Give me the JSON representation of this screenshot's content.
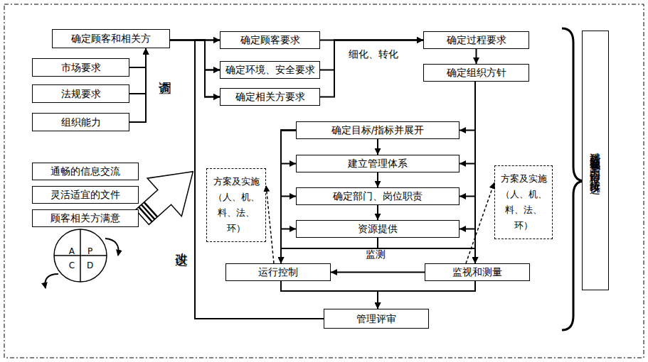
{
  "diagram": {
    "nodes": [
      {
        "text": [
          "确定顾客和相关方"
        ]
      },
      {
        "text": [
          "市场要求"
        ]
      },
      {
        "text": [
          "法规要求"
        ]
      },
      {
        "text": [
          "组织能力"
        ]
      },
      {
        "text": [
          "确定顾客要求"
        ]
      },
      {
        "text": [
          "确定环境、安全要求"
        ]
      },
      {
        "text": [
          "确定相关方要求"
        ]
      },
      {
        "text": [
          "确定过程要求"
        ]
      },
      {
        "text": [
          "确定组织方针"
        ]
      },
      {
        "text": [
          "确定目标/指标并展开"
        ]
      },
      {
        "text": [
          "建立管理体系"
        ]
      },
      {
        "text": [
          "确定部门、岗位职责"
        ]
      },
      {
        "text": [
          "资源提供"
        ]
      },
      {
        "text": [
          "运行控制"
        ]
      },
      {
        "text": [
          "监视和测量"
        ]
      },
      {
        "text": [
          "管理评审"
        ]
      },
      {
        "text": [
          "通畅的信息交流"
        ]
      },
      {
        "text": [
          "灵活适宜的文件"
        ]
      },
      {
        "text": [
          "顾客相关方满意"
        ]
      },
      {
        "text": [
          "方案及实施（人、机、料、法、环）"
        ]
      },
      {
        "text": [
          "方案及实施（人、机、料、法、环）"
        ]
      },
      {
        "text": [
          "过程的监视和测量/内部审核/持续改进"
        ]
      },
      {
        "text": [
          "A",
          "P",
          "C",
          "D"
        ]
      }
    ],
    "edges": [
      {
        "from": 1,
        "to": 0,
        "arrow": "to"
      },
      {
        "from": 2,
        "to": 0,
        "arrow": "to"
      },
      {
        "from": 3,
        "to": 0,
        "arrow": "to"
      },
      {
        "from": 0,
        "to": 4,
        "arrow": "to"
      },
      {
        "from": 0,
        "to": 5,
        "arrow": "to"
      },
      {
        "from": 0,
        "to": 6,
        "arrow": "to"
      },
      {
        "from": 15,
        "to": 4,
        "arrow": "to"
      },
      {
        "from": 15,
        "to": 5,
        "arrow": "to"
      },
      {
        "from": 15,
        "to": 6,
        "arrow": "to"
      },
      {
        "from": 4,
        "to": 7,
        "arrow": "to"
      },
      {
        "from": 5,
        "to": 7,
        "arrow": "to"
      },
      {
        "from": 6,
        "to": 7,
        "arrow": "to"
      },
      {
        "from": 7,
        "to": 8,
        "arrow": "to"
      },
      {
        "from": 8,
        "to": 9,
        "arrow": "to"
      },
      {
        "from": 8,
        "to": 10,
        "arrow": "to"
      },
      {
        "from": 8,
        "to": 11,
        "arrow": "to"
      },
      {
        "from": 8,
        "to": 12,
        "arrow": "to"
      },
      {
        "from": 8,
        "to": 14,
        "arrow": "to"
      },
      {
        "from": 9,
        "to": 10,
        "arrow": "to"
      },
      {
        "from": 10,
        "to": 11,
        "arrow": "to"
      },
      {
        "from": 11,
        "to": 12,
        "arrow": "to"
      },
      {
        "from": 9,
        "to": 13,
        "arrow": "to"
      },
      {
        "from": 9,
        "to": 10,
        "arrow": "to"
      },
      {
        "from": 9,
        "to": 11,
        "arrow": "to"
      },
      {
        "from": 9,
        "to": 12,
        "arrow": "to"
      },
      {
        "from": 12,
        "to": 13,
        "arrow": "to"
      },
      {
        "from": 12,
        "to": 14,
        "arrow": "to"
      },
      {
        "from": 14,
        "to": 13,
        "arrow": "to"
      },
      {
        "from": 13,
        "to": 15,
        "arrow": "to"
      },
      {
        "from": 14,
        "to": 15,
        "arrow": "to"
      },
      {
        "from": 13,
        "to": 19,
        "arrow": "to"
      },
      {
        "from": 14,
        "to": 20,
        "arrow": "to"
      }
    ],
    "labels": [
      "调查",
      "细化、转化",
      "改进",
      "监测"
    ]
  }
}
